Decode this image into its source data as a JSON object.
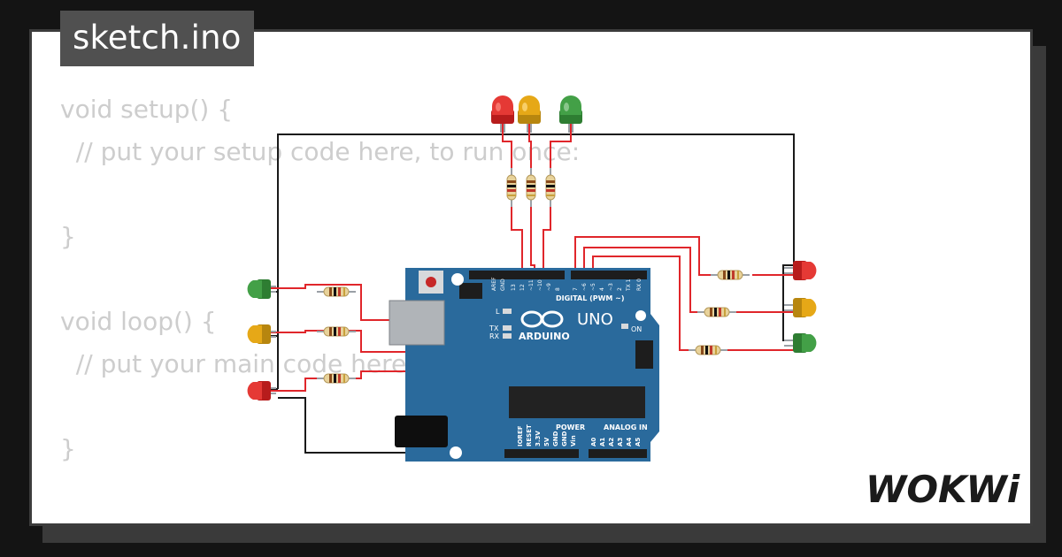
{
  "tab": {
    "filename": "sketch.ino"
  },
  "code": {
    "lines": [
      "void setup() {",
      "  // put your setup code here, to run once:",
      "",
      "}",
      "",
      "void loop() {",
      "  // put your main code here, to run repeatedly:",
      "",
      "}"
    ]
  },
  "board": {
    "brand": "ARDUINO",
    "model": "UNO",
    "digital_label": "DIGITAL (PWM ~)",
    "power_label": "POWER",
    "analog_label": "ANALOG IN",
    "on_label": "ON",
    "led_labels": {
      "l": "L",
      "tx": "TX",
      "rx": "RX"
    },
    "top_pins": [
      "AREF",
      "GND",
      "13",
      "12",
      "~11",
      "~10",
      "~9",
      "8",
      "7",
      "~6",
      "~5",
      "4",
      "~3",
      "2",
      "TX 1",
      "RX 0"
    ],
    "power_pins": [
      "IOREF",
      "RESET",
      "3.3V",
      "5V",
      "GND",
      "GND",
      "Vin"
    ],
    "analog_pins": [
      "A0",
      "A1",
      "A2",
      "A3",
      "A4",
      "A5"
    ]
  },
  "leds": {
    "top": [
      "red",
      "yellow",
      "green"
    ],
    "left": [
      "green",
      "yellow",
      "red"
    ],
    "right": [
      "red",
      "yellow",
      "green"
    ]
  },
  "colors": {
    "red_led": "#e53935",
    "yellow_led": "#e6a817",
    "green_led": "#43a047",
    "wire_red": "#e0262b",
    "wire_black": "#1a1a1a",
    "board": "#2a6a9c"
  },
  "logo": {
    "text": "WOKWi"
  }
}
